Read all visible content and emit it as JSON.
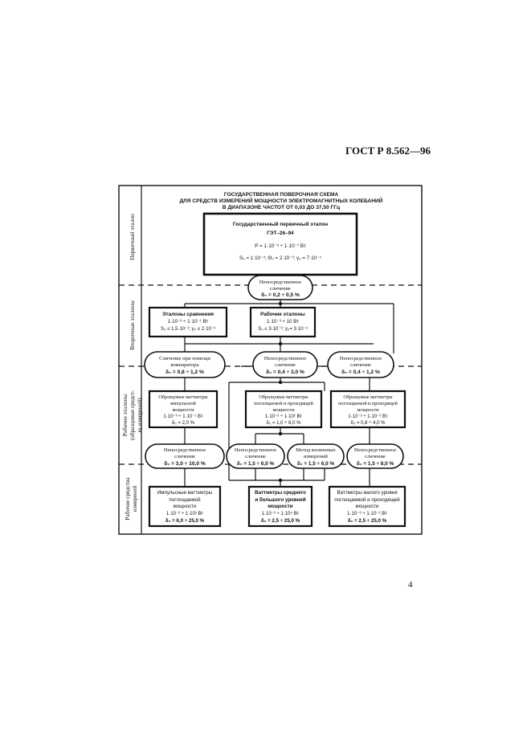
{
  "header": {
    "doc_code": "ГОСТ Р 8.562—96"
  },
  "footer": {
    "page_number": "4"
  },
  "scheme": {
    "title": [
      "ГОСУДАРСТВЕННАЯ ПОВЕРОЧНАЯ СХЕМА",
      "ДЛЯ СРЕДСТВ ИЗМЕРЕНИЙ МОЩНОСТИ ЭЛЕКТРОМАГНИТНЫХ КОЛЕБАНИЙ",
      "В ДИАПАЗОНЕ ЧАСТОТ ОТ 0,03 ДО 37,50 ГГц"
    ],
    "side_labels": {
      "primary": "Первичный эталон",
      "secondary": "Вторичные эталоны",
      "working_standards": [
        "Рабочие эталоны",
        "(образцовые средст-",
        "ва измерений)"
      ],
      "working_instruments": [
        "Рабочие средства",
        "измерений"
      ]
    },
    "primary_standard": {
      "title": "Государственный первичный эталон",
      "code": "ГЭТ–26–94",
      "range": "P = 1·10⁻³ ÷ 1·10⁻¹ Вт",
      "params": "S₀ = 1·10⁻⁴; Θ₀ = 2·10⁻³; γ₀ = 7·10⁻⁴"
    },
    "ovals": {
      "top": {
        "lines": [
          "Непосредственное",
          "сличение"
        ],
        "accuracy": "δ₀ = 0,2 ÷ 0,5 %"
      },
      "comparator": {
        "lines": [
          "Сличение при помощи",
          "компаратора"
        ],
        "accuracy": "δ₀ = 0,8 ÷ 1,2 %"
      },
      "mid_center": {
        "lines": [
          "Непосредственное",
          "сличение"
        ],
        "accuracy": "δ₀ = 0,4 ÷ 3,0 %"
      },
      "mid_right": {
        "lines": [
          "Непосредственное",
          "сличение"
        ],
        "accuracy": "δ₀ = 0,4 ÷ 1,2 %"
      },
      "low_left": {
        "lines": [
          "Непосредственное",
          "сличение"
        ],
        "accuracy": "δ₀ = 3,0 ÷ 10,0 %"
      },
      "low_center_a": {
        "lines": [
          "Непосредственное",
          "сличение"
        ],
        "accuracy": "δ₀ = 1,5 ÷ 6,0 %"
      },
      "low_center_b": {
        "lines": [
          "Метод косвенных",
          "измерений"
        ],
        "accuracy": "δ₀ = 1,5 ÷ 6,0 %"
      },
      "low_right": {
        "lines": [
          "Непосредственное",
          "сличение"
        ],
        "accuracy": "δ₀ = 1,5 ÷ 8,0 %"
      }
    },
    "secondary": {
      "comparison_standards": {
        "lines": [
          "Эталоны сравнения",
          "1·10⁻³ ÷ 1·10⁻¹ Вт",
          "S₀ ≤ 1,5·10⁻³; γ₀ ≤ 2·10⁻³"
        ]
      },
      "working_standards": {
        "lines": [
          "Рабочие эталоны",
          "1·10⁻³ ÷ 10 Вт",
          "S₀ ≤ 3·10⁻³; γ₀= 3·10⁻³"
        ]
      }
    },
    "working_standard_boxes": {
      "left": {
        "lines": [
          "Образцовые ваттметры",
          "импульсной",
          "мощности",
          "1·10⁻³ ÷ 1·10⁻¹ Вт",
          "δ₀ = 2,0 %"
        ]
      },
      "center": {
        "lines": [
          "Образцовые ваттметры",
          "поглощаемой и проходящей",
          "мощности",
          "1·10⁻² ÷ 1·10² Вт",
          "δ₀ = 1,0 ÷ 6,0 %"
        ]
      },
      "right": {
        "lines": [
          "Образцовые ваттметры",
          "поглощаемой и проходящей",
          "мощности",
          "1·10⁻³ ÷ 1·10⁻² Вт",
          "δ₀ = 0,8 ÷ 4,0 %"
        ]
      }
    },
    "instrument_boxes": {
      "left": {
        "lines": [
          "Импульсные ваттметры",
          "поглощаемой",
          "мощности",
          "1·10⁻³ ÷ 1·10³ Вт",
          "δ₀ = 6,0 ÷ 25,0 %"
        ]
      },
      "center": {
        "lines": [
          "Ваттметры среднего",
          "и большого уровней",
          "мощности",
          "1·10⁻² ÷ 1·10⁴ Вт",
          "δ₀ = 2,5 ÷ 25,0 %"
        ]
      },
      "right": {
        "lines": [
          "Ваттметры малого уровня",
          "поглощаемой и проходящей",
          "мощности",
          "1·10⁻⁶ ÷ 1·10⁻² Вт",
          "δ₀ = 2,5 ÷ 25,0 %"
        ]
      }
    }
  }
}
